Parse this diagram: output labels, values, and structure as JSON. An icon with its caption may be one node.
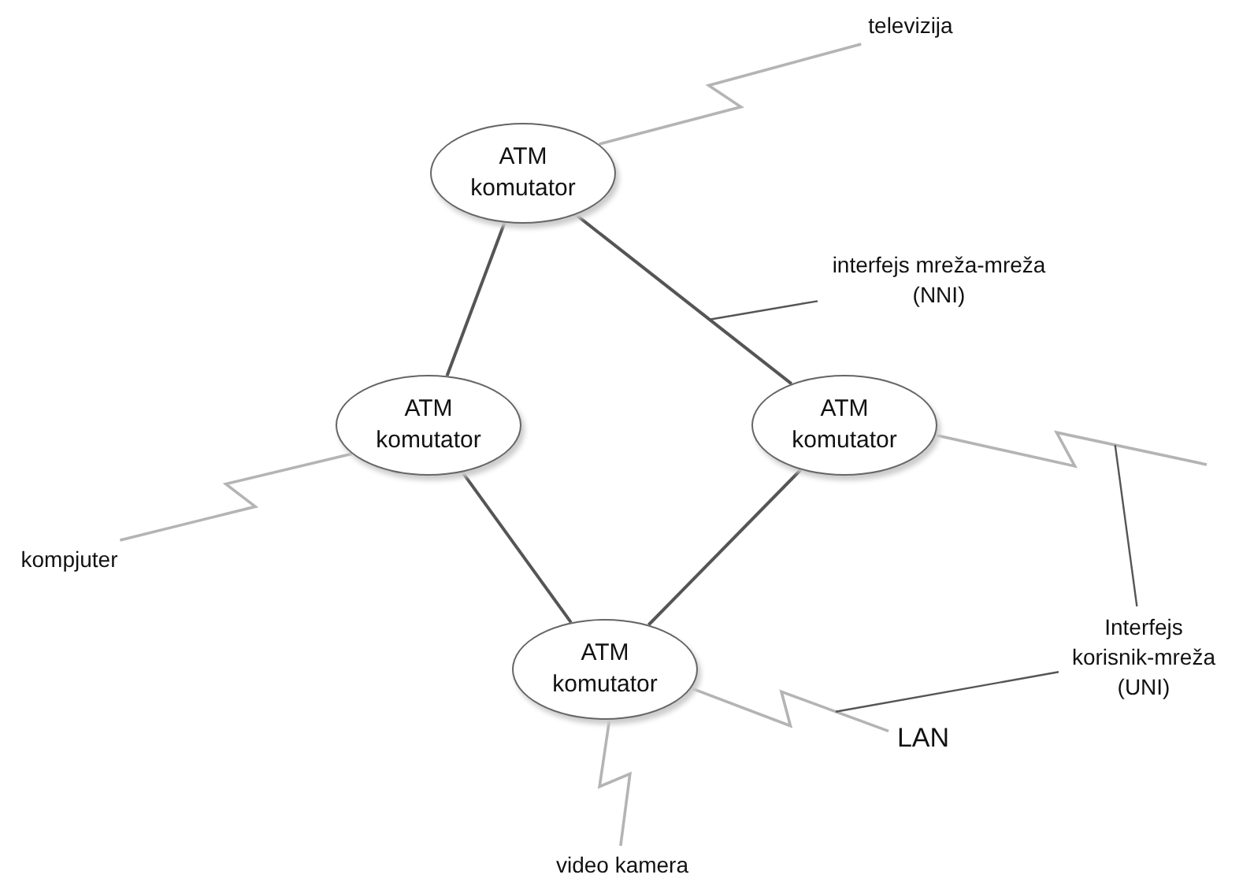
{
  "diagram": {
    "nodes": [
      {
        "text": [
          "ATM komutator"
        ]
      },
      {
        "text": [
          "ATM komutator"
        ]
      },
      {
        "text": [
          "ATM komutator"
        ]
      },
      {
        "text": [
          "ATM komutator"
        ]
      },
      {
        "text": [
          "televizija"
        ]
      },
      {
        "text": [
          "kompjuter"
        ]
      },
      {
        "text": [
          "video kamera"
        ]
      },
      {
        "text": [
          "LAN"
        ]
      },
      {
        "text": [
          "interfejs mreža-mreža (NNI)"
        ]
      },
      {
        "text": [
          "Interfejs korisnik-mreža (UNI)"
        ]
      }
    ],
    "edges": [
      {
        "from": 0,
        "to": 2,
        "arrow": "none"
      },
      {
        "from": 0,
        "to": 1,
        "arrow": "none"
      },
      {
        "from": 1,
        "to": 3,
        "arrow": "none"
      },
      {
        "from": 2,
        "to": 3,
        "arrow": "none"
      },
      {
        "from": 0,
        "to": 4,
        "arrow": "none",
        "color": "#b4b4b4"
      },
      {
        "from": 1,
        "to": 5,
        "arrow": "none",
        "color": "#b4b4b4"
      },
      {
        "from": 3,
        "to": 6,
        "arrow": "none",
        "color": "#b4b4b4"
      },
      {
        "from": 3,
        "to": 7,
        "arrow": "none",
        "color": "#b4b4b4"
      },
      {
        "from": 2,
        "to": null,
        "arrow": "none",
        "color": "#b4b4b4"
      },
      {
        "from": 8,
        "to": null,
        "arrow": "none"
      },
      {
        "from": 9,
        "to": null,
        "arrow": "none"
      },
      {
        "from": 9,
        "to": null,
        "arrow": "none"
      }
    ]
  }
}
